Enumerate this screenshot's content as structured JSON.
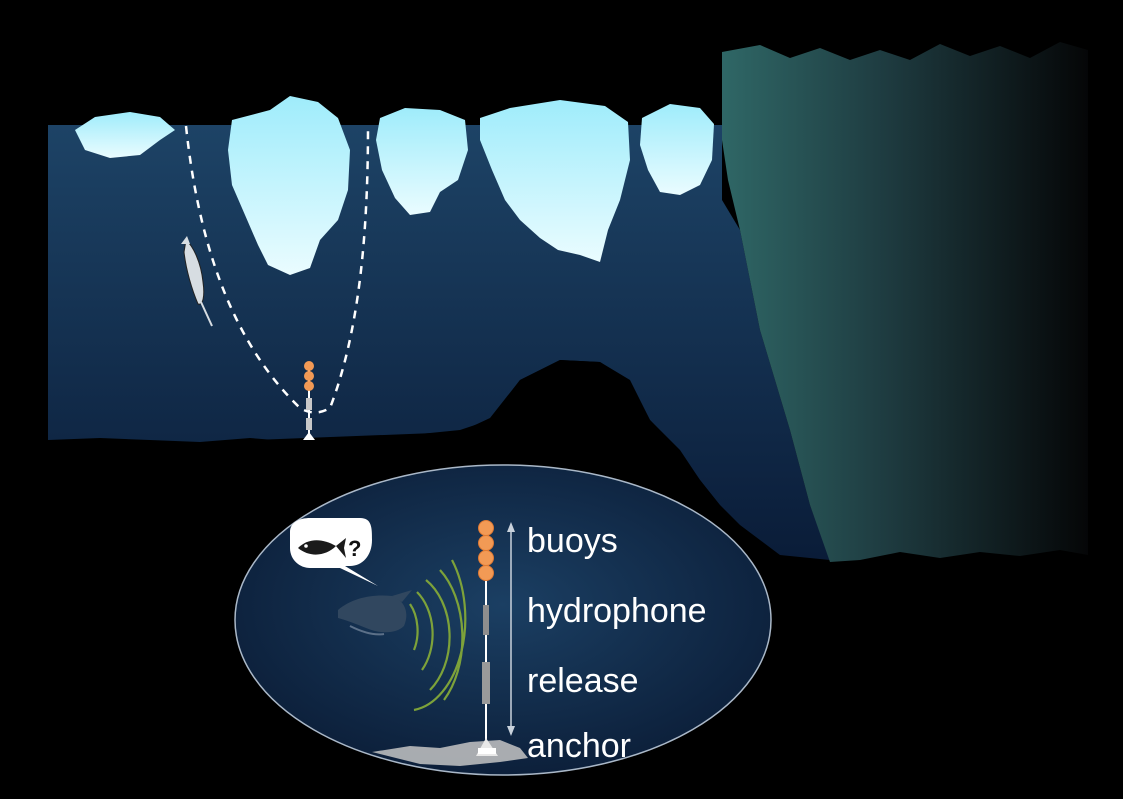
{
  "labels": {
    "buoys": "buoys",
    "hydrophone": "hydrophone",
    "release": "release",
    "anchor": "anchor"
  },
  "speech_bubble_text": "?",
  "colors": {
    "background": "#000000",
    "water_top": "#1a3c5e",
    "water_bottom": "#0b1e3a",
    "ice": "#c9f4ff",
    "glacier": "#2d5a5c",
    "buoy": "#f29a55",
    "sound_waves": "#7da23a",
    "dashed_line": "#ffffff"
  }
}
